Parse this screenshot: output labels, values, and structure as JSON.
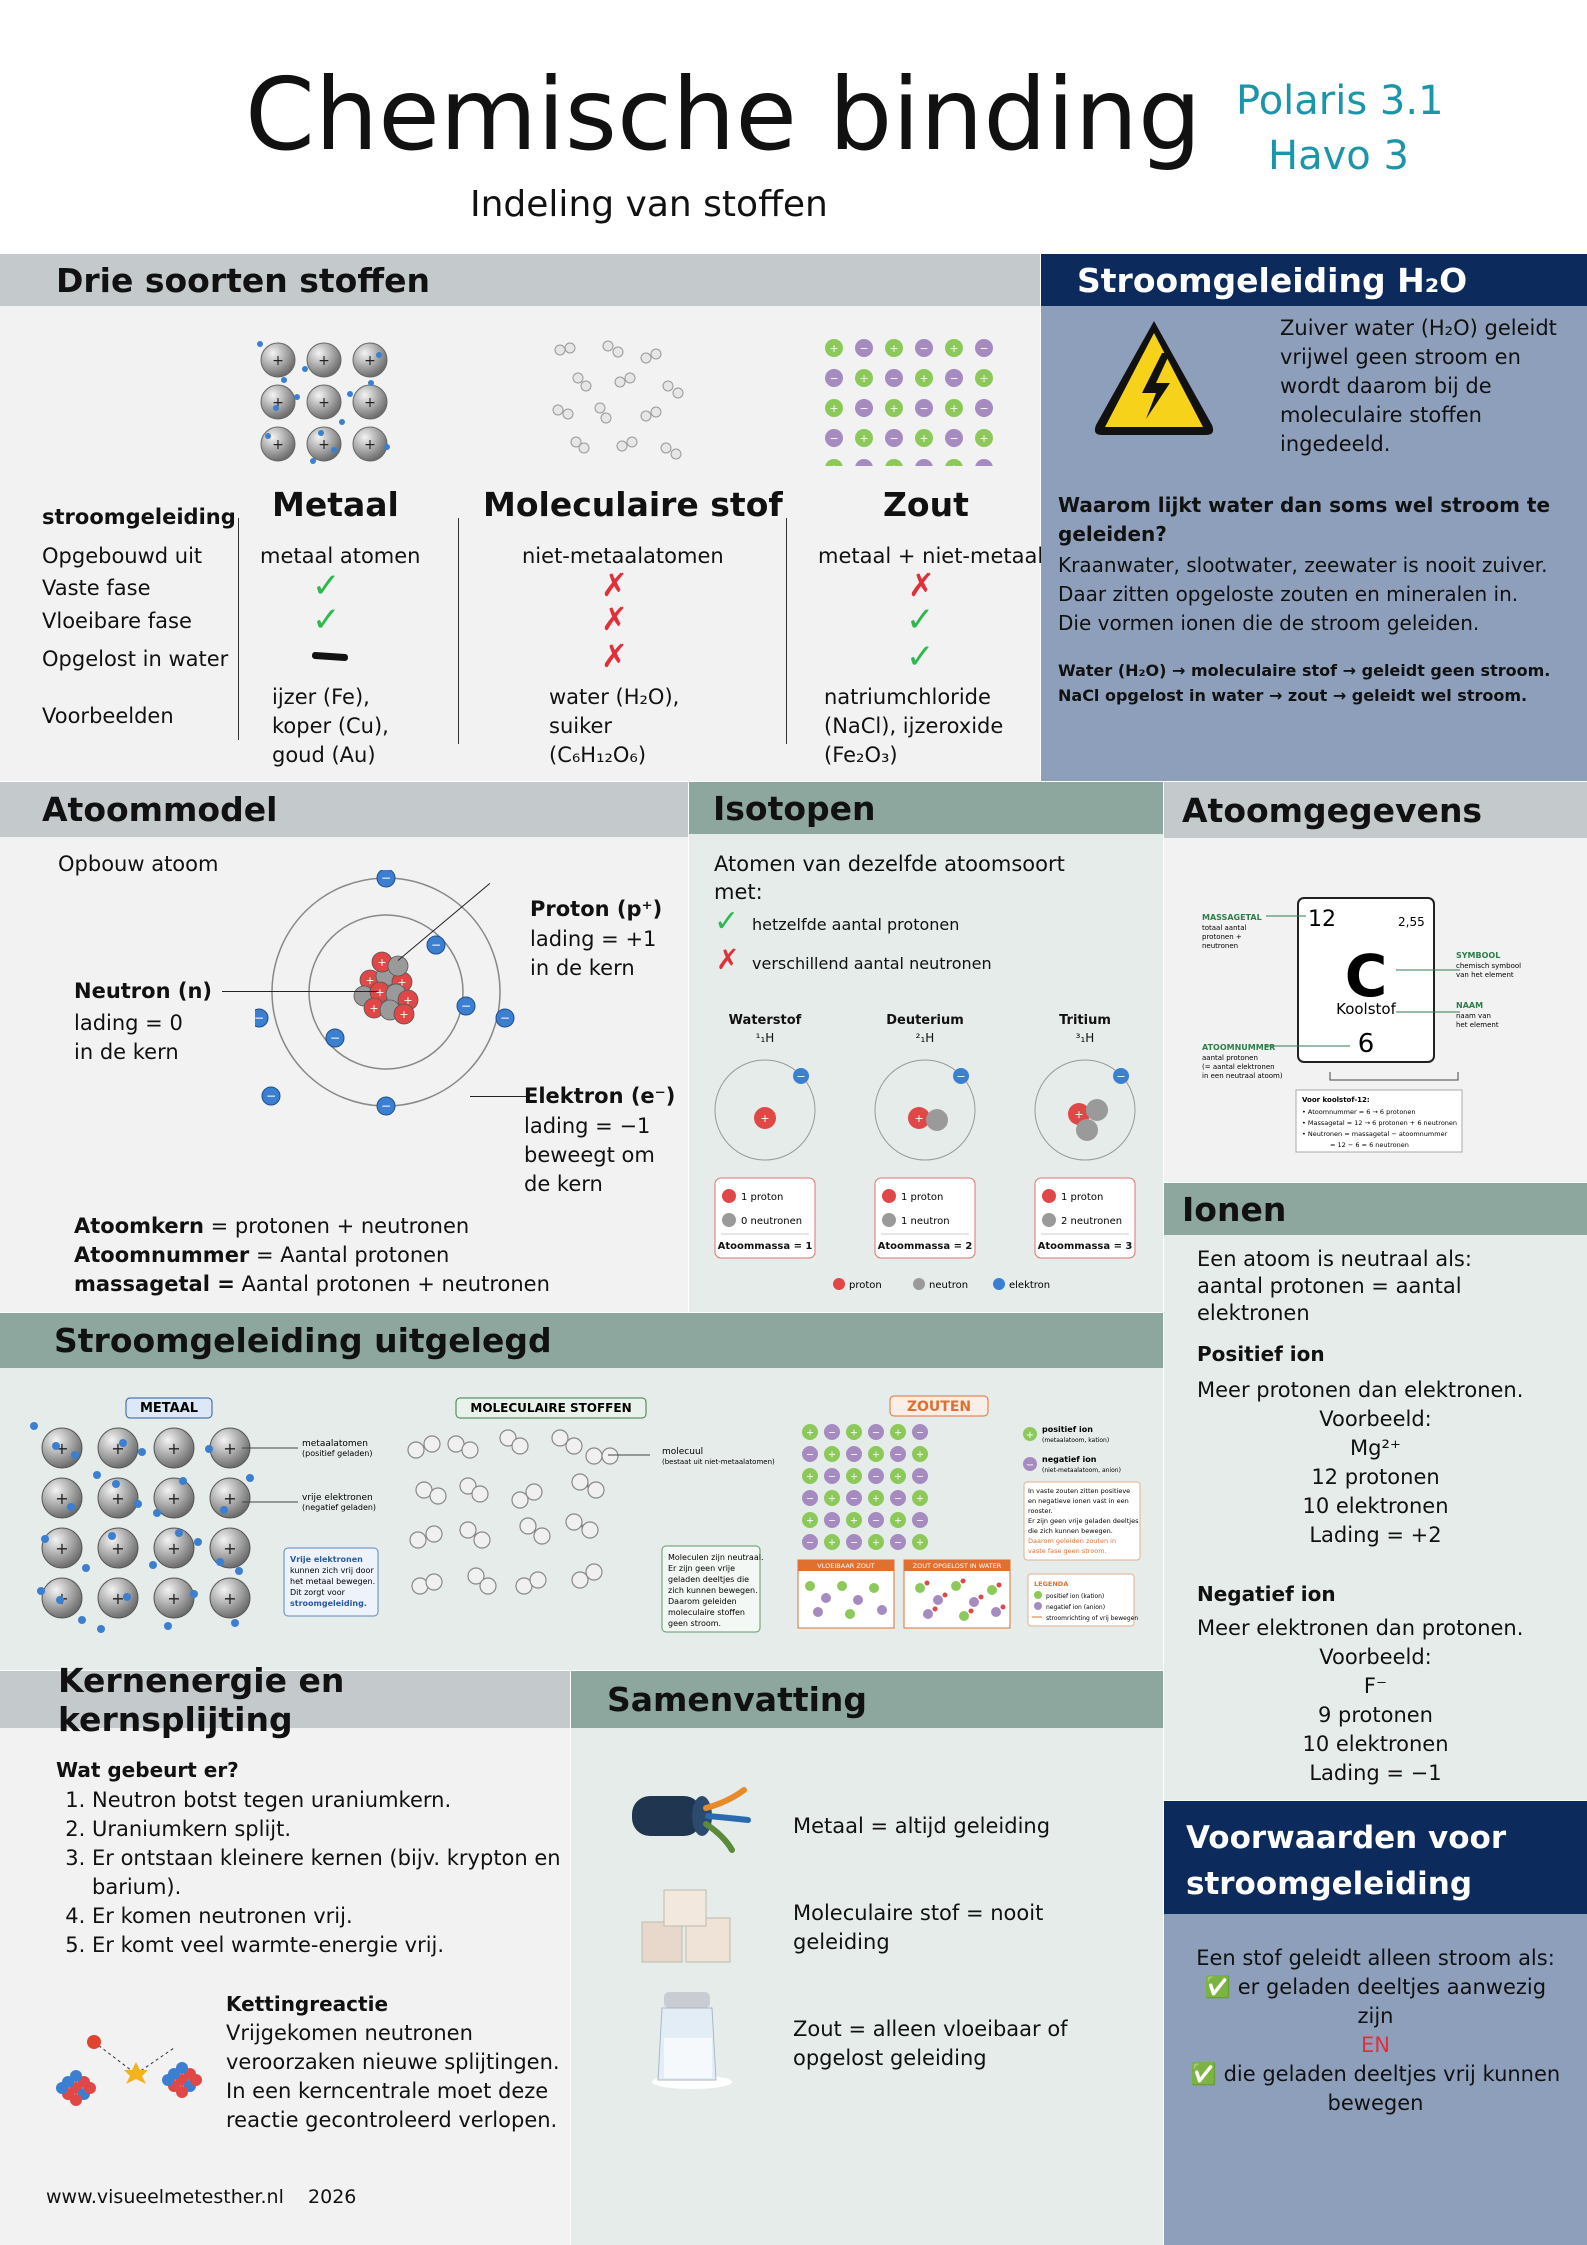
{
  "header": {
    "title": "Chemische binding",
    "subtitle": "Indeling van stoffen",
    "course": "Polaris 3.1",
    "level": "Havo 3"
  },
  "drie": {
    "title": "Drie soorten stoffen",
    "row_labels": [
      "stroomgeleiding",
      "Opgebouwd uit",
      "Vaste fase",
      "Vloeibare fase",
      "Opgelost in water",
      "Voorbeelden"
    ],
    "columns": [
      {
        "name": "Metaal",
        "made_of": "metaal atomen",
        "solid": "✓",
        "liquid": "✓",
        "dissolved": "—",
        "examples": [
          "ijzer (Fe),",
          "koper (Cu),",
          "goud (Au)"
        ]
      },
      {
        "name": "Moleculaire stof",
        "made_of": "niet-metaalatomen",
        "solid": "✗",
        "liquid": "✗",
        "dissolved": "✗",
        "examples": [
          "water (H₂O),",
          "suiker",
          "(C₆H₁₂O₆)"
        ]
      },
      {
        "name": "Zout",
        "made_of": "metaal + niet-metaal",
        "solid": "✗",
        "liquid": "✓",
        "dissolved": "✓",
        "examples": [
          "natriumchloride",
          "(NaCl), ijzeroxide",
          "(Fe₂O₃)"
        ]
      }
    ]
  },
  "h2o": {
    "title": "Stroomgeleiding H₂O",
    "intro": [
      "Zuiver water (H₂O) geleidt",
      "vrijwel geen stroom en",
      "wordt daarom bij de",
      "moleculaire stoffen",
      "ingedeeld."
    ],
    "question": [
      "Waarom lijkt water dan soms wel stroom te",
      "geleiden?"
    ],
    "answer": [
      "Kraanwater, slootwater, zeewater is nooit zuiver.",
      "Daar zitten opgeloste zouten en mineralen in.",
      "Die vormen ionen die de stroom geleiden."
    ],
    "summary": [
      "Water (H₂O) → moleculaire stof → geleidt geen stroom.",
      "NaCl opgelost in water → zout → geleidt wel stroom."
    ]
  },
  "atoommodel": {
    "title": "Atoommodel",
    "caption": "Opbouw atoom",
    "proton": {
      "name": "Proton (p⁺)",
      "lines": [
        "lading = +1",
        "in de kern"
      ]
    },
    "neutron": {
      "name": "Neutron (n)",
      "lines": [
        "lading = 0",
        "in de kern"
      ]
    },
    "elektron": {
      "name": "Elektron (e⁻)",
      "lines": [
        "lading = −1",
        "beweegt om",
        "de kern"
      ]
    },
    "defs": [
      {
        "term": "Atoomkern",
        "text": " = protonen + neutronen"
      },
      {
        "term": "Atoomnummer",
        "text": " = Aantal protonen"
      },
      {
        "term": "massagetal =",
        "text": " Aantal protonen + neutronen"
      }
    ]
  },
  "isotopen": {
    "title": "Isotopen",
    "intro": [
      "Atomen van dezelfde atoomsoort",
      "met:"
    ],
    "same": "hetzelfde aantal protonen",
    "diff": "verschillend aantal neutronen",
    "items": [
      {
        "name": "Waterstof",
        "symbol": "¹₁H",
        "protons": "1 proton",
        "neutrons": "0 neutronen",
        "mass": "Atoommassa = 1"
      },
      {
        "name": "Deuterium",
        "symbol": "²₁H",
        "protons": "1 proton",
        "neutrons": "1 neutron",
        "mass": "Atoommassa = 2"
      },
      {
        "name": "Tritium",
        "symbol": "³₁H",
        "protons": "1 proton",
        "neutrons": "2 neutronen",
        "mass": "Atoommassa = 3"
      }
    ],
    "legend": [
      "proton",
      "neutron",
      "elektron"
    ]
  },
  "atoomgegevens": {
    "title": "Atoomgegevens",
    "massagetal": "12",
    "mass": "2,55",
    "symbol": "C",
    "name": "Koolstof",
    "number": "6",
    "labels": {
      "massagetal": "MASSAGETAL",
      "massagetal_sub": [
        "totaal aantal",
        "protonen +",
        "neutronen"
      ],
      "symbool": "SYMBOOL",
      "symbool_sub": [
        "chemisch symbool",
        "van het element"
      ],
      "naam": "NAAM",
      "naam_sub": [
        "naam van",
        "het element"
      ],
      "atoomnummer": "ATOOMNUMMER",
      "atoomnummer_sub": [
        "aantal protonen",
        "(= aantal elektronen",
        "in een neutraal atoom)"
      ]
    },
    "box": [
      "Voor koolstof-12:",
      "• Atoomnummer = 6 → 6 protonen",
      "• Massagetal = 12 → 6 protonen + 6 neutronen",
      "• Neutronen = massagetal − atoomnummer",
      "= 12 − 6 = 6 neutronen"
    ]
  },
  "ionen": {
    "title": "Ionen",
    "intro": [
      "Een atoom is neutraal als:",
      "aantal protonen = aantal",
      "elektronen"
    ],
    "pos": {
      "title": "Positief ion",
      "text": "Meer protonen dan elektronen.",
      "lines": [
        "Voorbeeld:",
        "Mg²⁺",
        "12 protonen",
        "10 elektronen",
        "Lading = +2"
      ]
    },
    "neg": {
      "title": "Negatief ion",
      "text": "Meer elektronen dan protonen.",
      "lines": [
        "Voorbeeld:",
        "F⁻",
        "9 protonen",
        "10 elektronen",
        "Lading = −1"
      ]
    }
  },
  "uitgelegd": {
    "title": "Stroomgeleiding uitgelegd",
    "metaal": {
      "label": "METAAL",
      "atoms": [
        "metaalatomen",
        "(positief geladen)"
      ],
      "electrons": [
        "vrije elektronen",
        "(negatief geladen)"
      ],
      "note": [
        "Vrije elektronen",
        "kunnen zich vrij door",
        "het metaal bewegen.",
        "Dit zorgt voor",
        "stroomgeleiding."
      ]
    },
    "mol": {
      "label": "MOLECULAIRE STOFFEN",
      "molecule": [
        "molecuul",
        "(bestaat uit niet-metaalatomen)"
      ],
      "note": [
        "Moleculen zijn neutraal.",
        "Er zijn geen vrije",
        "geladen deeltjes die",
        "zich kunnen bewegen.",
        "Daarom geleiden",
        "moleculaire stoffen",
        "geen stroom."
      ]
    },
    "zout": {
      "label": "ZOUTEN",
      "pos": [
        "positief ion",
        "(metaalatoom, kation)"
      ],
      "neg": [
        "negatief ion",
        "(niet-metaalatoom, anion)"
      ],
      "note": [
        "In vaste zouten zitten positieve",
        "en negatieve ionen vast in een",
        "rooster.",
        "Er zijn geen vrije geladen deeltjes",
        "die zich kunnen bewegen.",
        "Daarom geleiden zouten in",
        "vaste fase geen stroom."
      ],
      "vloeibaar": "VLOEIBAAR ZOUT",
      "opgelost": "ZOUT OPGELOST IN WATER",
      "legend": [
        "LEGENDA",
        "positief ion (kation)",
        "negatief ion (anion)",
        "stroomrichting of vrij bewegen"
      ]
    }
  },
  "kern": {
    "title": "Kernenergie en kernsplijting",
    "question": "Wat gebeurt er?",
    "steps": [
      "Neutron botst tegen uraniumkern.",
      "Uraniumkern splijt.",
      "Er ontstaan kleinere kernen (bijv. krypton en barium).",
      "Er komen neutronen vrij.",
      "Er komt veel warmte-energie vrij."
    ],
    "chain": {
      "title": "Kettingreactie",
      "lines": [
        "Vrijgekomen neutronen",
        "veroorzaken nieuwe splijtingen.",
        "In een kerncentrale moet deze",
        "reactie gecontroleerd verlopen."
      ]
    },
    "footer": "www.visueelmetesther.nl    2026"
  },
  "samenvatting": {
    "title": "Samenvatting",
    "items": [
      [
        "Metaal = altijd geleiding"
      ],
      [
        "Moleculaire stof = nooit",
        "geleiding"
      ],
      [
        "Zout = alleen vloeibaar of",
        "opgelost geleiding"
      ]
    ]
  },
  "voorwaarden": {
    "title": [
      "Voorwaarden voor",
      "stroomgeleiding"
    ],
    "intro": "Een stof geleidt alleen stroom als:",
    "c1": [
      "✅ er geladen deeltjes aanwezig",
      "zijn"
    ],
    "en": "EN",
    "c2": [
      "✅ die geladen deeltjes vrij kunnen",
      "bewegen"
    ]
  },
  "colors": {
    "grey_band": "#c4c9cc",
    "blue_panel": "#8e9fbb",
    "green_band": "#8ea79e",
    "navy": "#0d2a5c",
    "teal": "#1b95a9",
    "light_bg": "#f2f2f2",
    "green_bg": "#e6ecea"
  }
}
